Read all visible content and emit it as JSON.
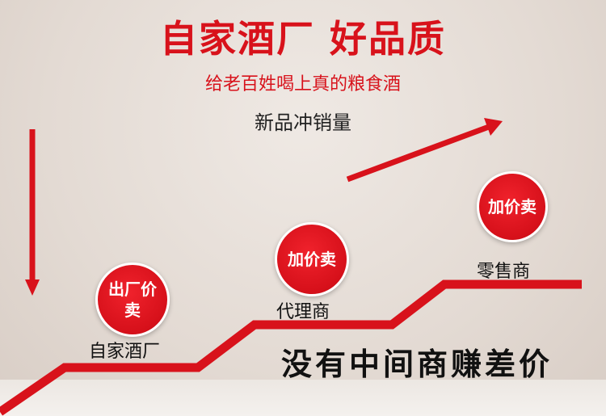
{
  "header": {
    "title": "自家酒厂  好品质",
    "subtitle": "给老百姓喝上真的粮食酒",
    "tagline": "新品冲销量"
  },
  "stages": [
    {
      "badge": "出厂价卖",
      "label": "自家酒厂"
    },
    {
      "badge": "加价卖",
      "label": "代理商"
    },
    {
      "badge": "加价卖",
      "label": "零售商"
    }
  ],
  "slogan": "没有中间商赚差价",
  "colors": {
    "accent": "#d8121b",
    "text": "#111111",
    "background": "#e6ddd6"
  },
  "icons": {
    "down_arrow": "arrow-down-icon",
    "up_arrow": "arrow-up-icon"
  }
}
